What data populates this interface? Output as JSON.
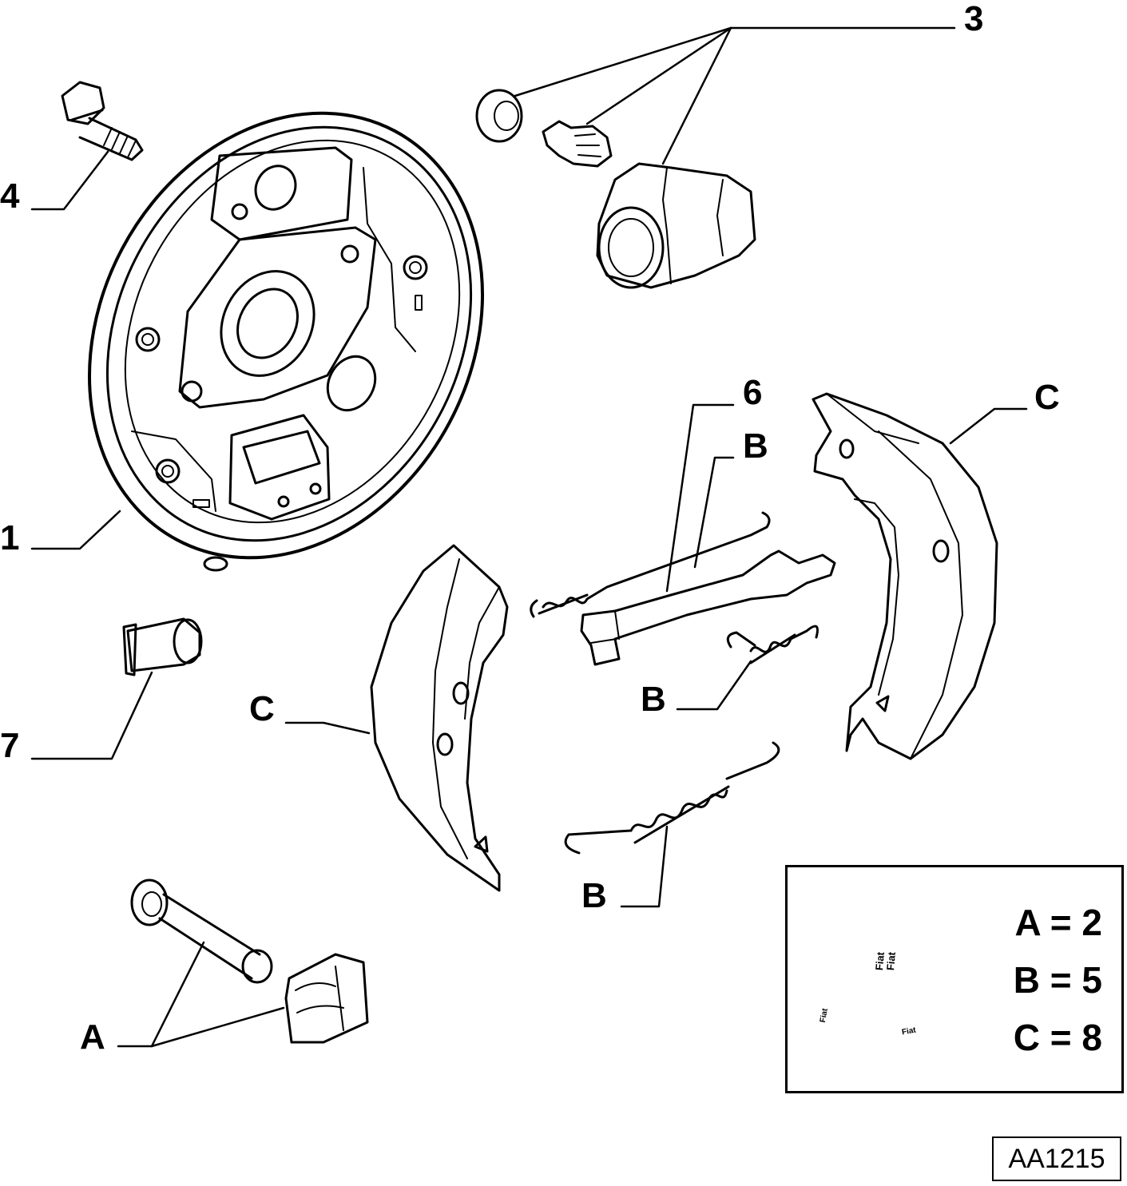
{
  "labels": {
    "p1": "1",
    "p3": "3",
    "p4": "4",
    "p6": "6",
    "p7": "7",
    "a": "A",
    "b_top": "B",
    "b_mid": "B",
    "b_bottom": "B",
    "c_left": "C",
    "c_right": "C"
  },
  "legend": {
    "rows": [
      "A = 2",
      "B = 5",
      "C = 8"
    ],
    "brand_marks": [
      "Fiat",
      "Fiat",
      "Fiat",
      "Fiat"
    ]
  },
  "reference_code": "AA1215"
}
